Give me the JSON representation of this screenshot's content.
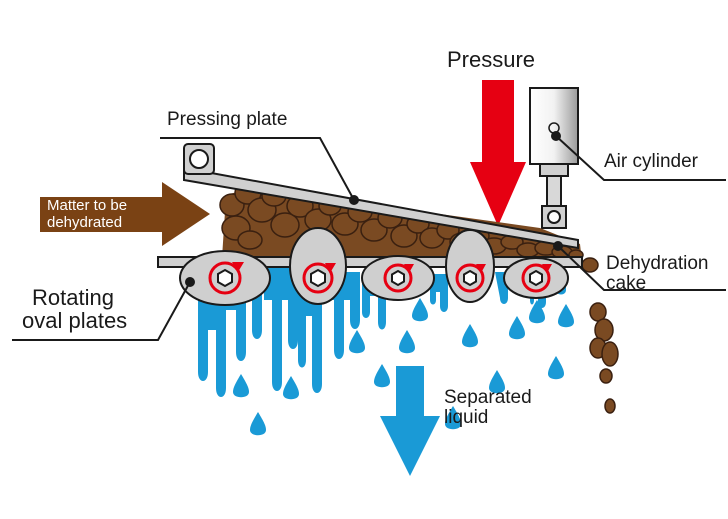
{
  "labels": {
    "pressure": "Pressure",
    "pressing_plate": "Pressing plate",
    "air_cylinder": "Air cylinder",
    "matter_line1": "Matter to be",
    "matter_line2": "dehydrated",
    "dehydration_line1": "Dehydration",
    "dehydration_line2": "cake",
    "rotating_line1": "Rotating",
    "rotating_line2": "oval plates",
    "separated_line1": "Separated",
    "separated_line2": "liquid"
  },
  "colors": {
    "pressure_arrow": "#e60012",
    "matter_arrow": "#7a4214",
    "sludge": "#7a4a22",
    "liquid": "#1a9ad6",
    "plate_fill": "#cfcfcf",
    "rotation": "#e60012"
  },
  "icons": {
    "rotation": "circular-arrow-icon",
    "nut": "hex-nut-icon"
  }
}
